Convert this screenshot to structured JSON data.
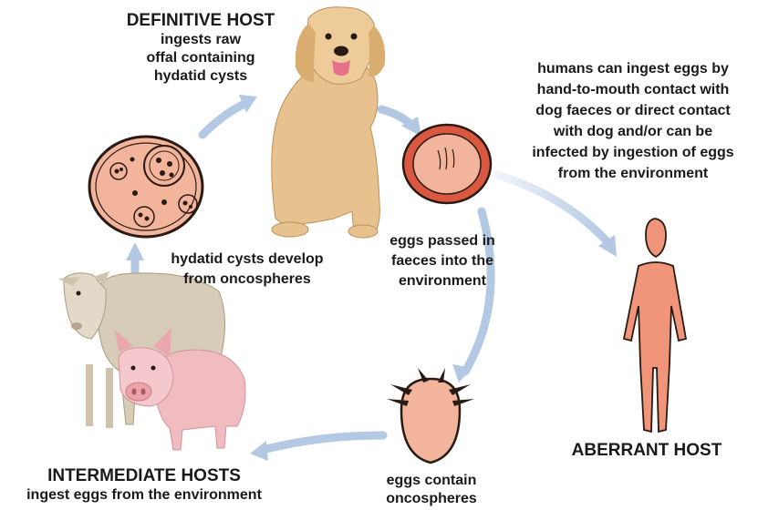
{
  "definitive": {
    "title": "DEFINITIVE HOST",
    "lines": [
      "ingests raw",
      "offal containing",
      "hydatid cysts"
    ]
  },
  "human_note": [
    "humans can ingest eggs by",
    "hand-to-mouth contact with",
    "dog faeces or direct contact",
    "with dog and/or can be",
    "infected by ingestion of eggs",
    "from the environment"
  ],
  "eggs_passed": [
    "eggs passed in",
    "faeces into the",
    "environment"
  ],
  "cysts": [
    "hydatid cysts develop",
    "from oncospheres"
  ],
  "aberrant": {
    "title": "ABERRANT HOST"
  },
  "eggs_contain": [
    "eggs contain",
    "oncospheres"
  ],
  "intermediate": {
    "title": "INTERMEDIATE HOSTS",
    "subtitle": "ingest eggs from the environment"
  },
  "icons": [
    "dog-icon",
    "sheep-icon",
    "pig-icon",
    "human-silhouette-icon",
    "egg-icon",
    "cyst-icon",
    "oncosphere-icon"
  ],
  "colors": {
    "arrow": "#b3c8e3",
    "organ": "#f2b49a",
    "organ_dark": "#d9583f",
    "human": "#f0957a",
    "outline": "#2a1a14"
  }
}
